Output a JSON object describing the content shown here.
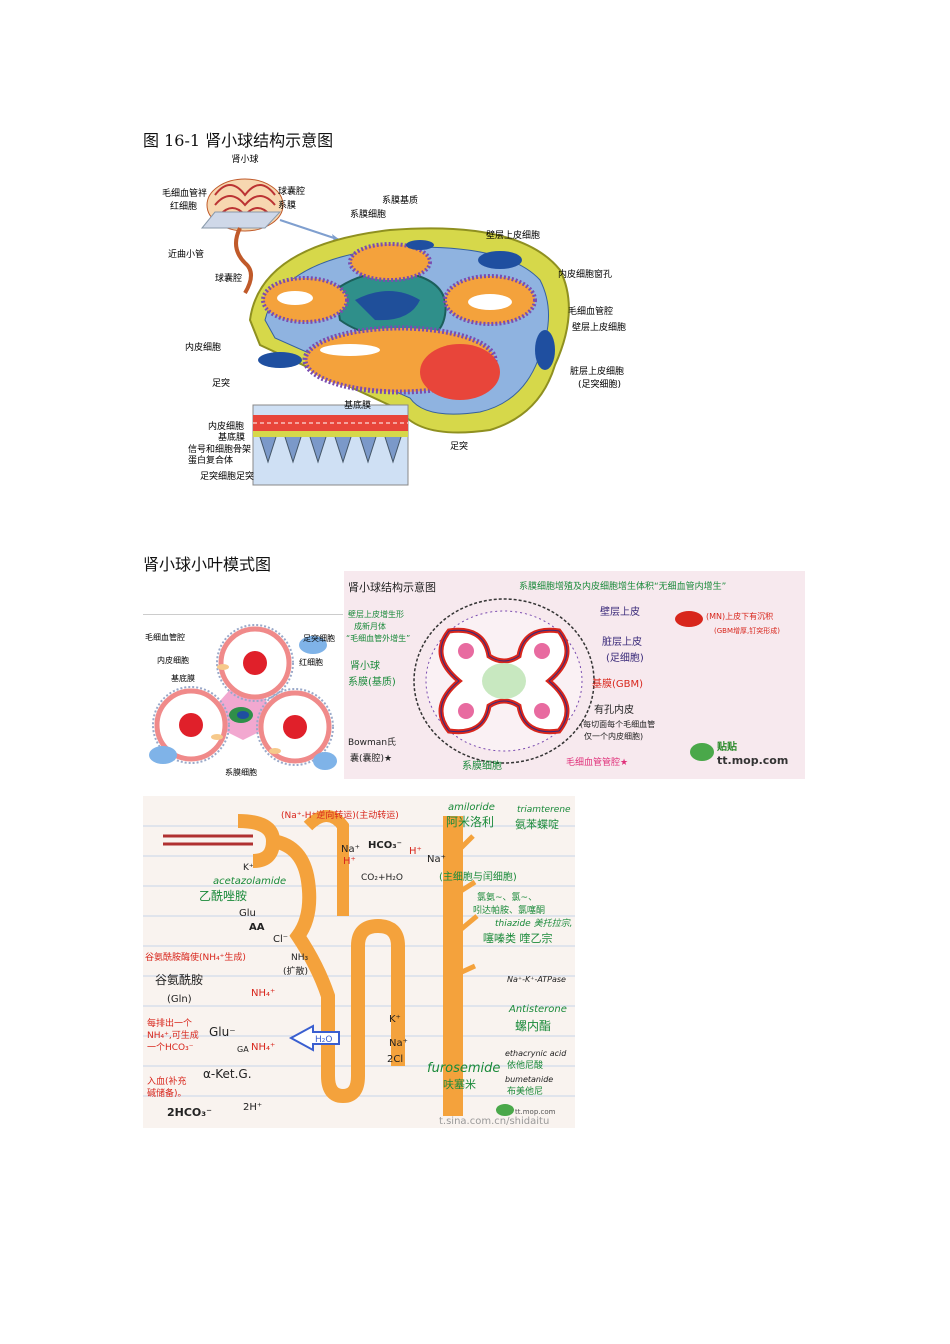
{
  "captions": {
    "fig1": "图 16-1 肾小球结构示意图",
    "fig2": "肾小球小叶模式图"
  },
  "fig1": {
    "labels": {
      "title_small": "肾小球",
      "capillary_loop": "毛细血管袢",
      "rbc": "红细胞",
      "capsule_space_small": "球囊腔",
      "mesangium_small": "系膜",
      "proximal_tubule": "近曲小管",
      "mesangial_matrix": "系膜基质",
      "mesangial_cell": "系膜细胞",
      "parietal_epithelium_top": "壁层上皮细胞",
      "capsule_space": "球囊腔",
      "endothelial_fenestra": "内皮细胞窗孔",
      "capillary_lumen": "毛细血管腔",
      "parietal_epithelium": "壁层上皮细胞",
      "endothelial_cell": "内皮细胞",
      "foot_process": "足突",
      "visceral_epithelium": "脏层上皮细胞",
      "visceral_epithelium_sub": "(足突细胞)",
      "basement_membrane": "基底膜",
      "inset_endothelial": "内皮细胞",
      "inset_bm": "基底膜",
      "inset_signal_1": "信号和细胞骨架",
      "inset_signal_2": "蛋白复合体",
      "inset_foot": "足突细胞足突",
      "foot_process_right": "足突"
    }
  },
  "fig2a": {
    "labels": {
      "capillary_lumen": "毛细血管腔",
      "foot_process_cell": "足突细胞",
      "endothelial_cell": "内皮细胞",
      "rbc": "红细胞",
      "bm": "基底膜",
      "mesangial_cell": "系膜细胞"
    }
  },
  "fig2b": {
    "labels": {
      "title": "肾小球结构示意图",
      "mesangial_note": "系膜细胞增殖及内皮细胞增生体积“无细血管内增生”",
      "parietal_proliferation_1": "壁层上皮增生形",
      "parietal_proliferation_2": "成新月体",
      "parietal_proliferation_3": "“毛细血管外增生”",
      "parietal_epithelium": "壁层上皮",
      "mn": "(MN)上皮下有沉积",
      "mn_2": "(GBM增厚,钉突形成)",
      "visceral_epithelium": "脏层上皮",
      "visceral_epithelium_sub": "(足细胞)",
      "mesangium_label_1": "肾小球",
      "mesangium_label_2": "系膜(基质)",
      "gbm": "基膜(GBM)",
      "endothelium": "有孔内皮",
      "endothelium_note_1": "(每切面每个毛细血管",
      "endothelium_note_2": "仅一个内皮细胞)",
      "bowman_1": "Bowman氏",
      "bowman_2": "囊(囊腔)★",
      "mesangial_cell": "系膜细胞",
      "capillary_lumen": "毛细血管管腔★",
      "watermark_brand": "贴贴",
      "watermark_url": "tt.mop.com"
    }
  },
  "fig3": {
    "labels": {
      "antiporter": "(Na⁺-H⁺逆向转运)(主动转运)",
      "amiloride": "amiloride",
      "amiloride_cn": "阿米洛利",
      "triamterene": "triamterene",
      "triamterene_cn": "氨苯蝶啶",
      "na": "Na⁺",
      "k": "K⁺",
      "h": "H⁺",
      "hco3": "HCO₃⁻",
      "co2_h2o": "CO₂+H₂O",
      "acetazolamide": "acetazolamide",
      "acetazolamide_cn": "乙酰唑胺",
      "principal_cell": "(主细胞与闰细胞)",
      "chlorthalidone": "氯氨~、氯~、",
      "chlorthalidone_2": "吲达帕胺、氯噻酮",
      "thiazide": "thiazide 美托拉宗,",
      "thiazide_cn": "噻嗪类 喹乙宗",
      "glu": "Glu",
      "aa": "AA",
      "cl": "Cl⁻",
      "nh3": "NH₃",
      "diffusion": "(扩散)",
      "glutamine_note": "谷氨酰胺酶使(NH₄⁺生成)",
      "glutamine": "谷氨酰胺",
      "gln": "(Gln)",
      "nh4": "NH₄⁺",
      "glu_minus": "Glu⁻",
      "ga": "GA",
      "excrete_1": "每排出一个",
      "excrete_2": "NH₄⁺,可生成",
      "excrete_3": "一个HCO₃⁻",
      "excrete_4": "入血(补充",
      "excrete_5": "碱储备)。",
      "akg": "α-Ket.G.",
      "hco3_2": "2HCO₃⁻",
      "h2": "2H⁺",
      "h2o": "H₂O",
      "atpase": "Na⁺-K⁺-ATPase",
      "antisterone": "Antisterone",
      "antisterone_cn": "螺内酯",
      "furosemide": "furosemide",
      "furosemide_cn": "呋塞米",
      "ethacrynic": "ethacrynic acid",
      "ethacrynic_cn": "依他尼酸",
      "bumetanide": "bumetanide",
      "bumetanide_cn": "布美他尼",
      "two_cl": "2Cl",
      "watermark": "t.sina.com.cn/shidaitu",
      "watermark_url": "tt.mop.com"
    }
  },
  "colors": {
    "orange": "#f4a23c",
    "blue_cell": "#3a6fb5",
    "teal": "#2f8f8a",
    "red": "#d8261c",
    "green_ink": "#1a8a3a",
    "pink_bg": "#f7e9ee"
  }
}
